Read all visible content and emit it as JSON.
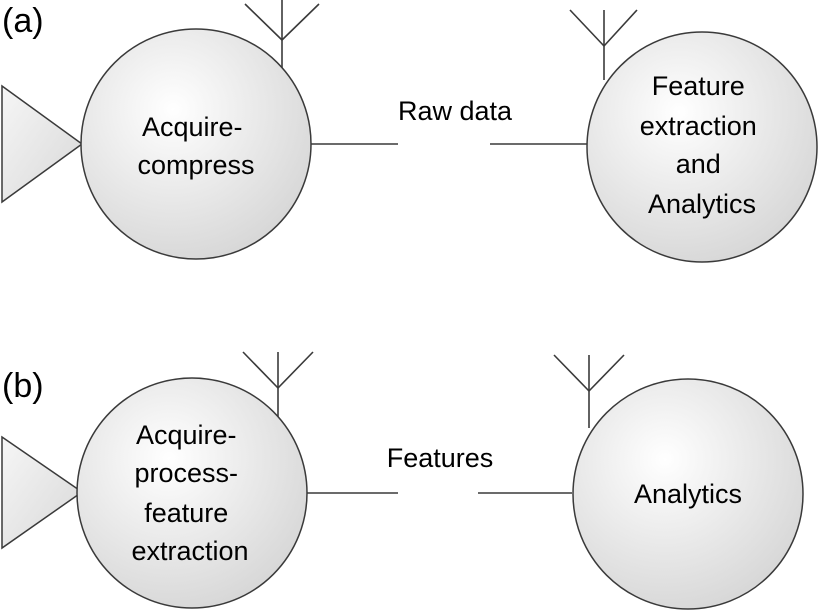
{
  "panels": {
    "a": {
      "tag": "(a)",
      "sender": {
        "lines": [
          "Acquire-",
          "compress"
        ]
      },
      "link": "Raw data",
      "receiver": {
        "lines": [
          "Feature",
          "extraction",
          "and",
          "Analytics"
        ]
      }
    },
    "b": {
      "tag": "(b)",
      "sender": {
        "lines": [
          "Acquire-",
          "process-",
          "feature",
          "extraction"
        ]
      },
      "link": "Features",
      "receiver": {
        "lines": [
          "Analytics"
        ]
      }
    }
  },
  "icons": [
    "sensor-triangle-icon",
    "antenna-icon"
  ]
}
